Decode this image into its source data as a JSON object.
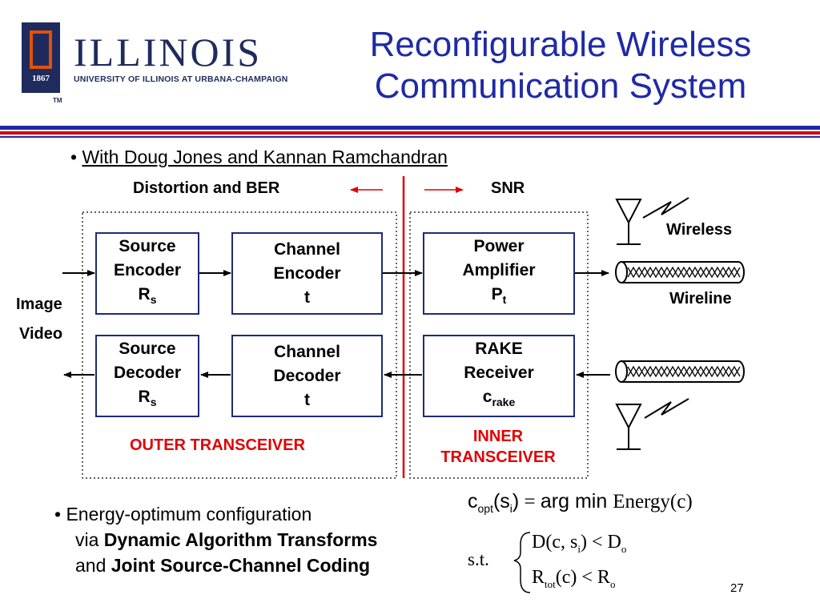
{
  "logo": {
    "year": "1867",
    "word": "ILLINOIS",
    "subtitle": "UNIVERSITY OF ILLINOIS AT URBANA-CHAMPAIGN",
    "tm": "TM"
  },
  "title": {
    "line1": "Reconfigurable Wireless",
    "line2": "Communication System"
  },
  "bullet_credit": {
    "prefix": "• ",
    "text": "With Doug Jones and Kannan Ramchandran"
  },
  "diagram": {
    "label_distortion": "Distortion and BER",
    "label_snr": "SNR",
    "source_encoder": {
      "line1": "Source",
      "line2": "Encoder",
      "sym": "R",
      "sub": "s"
    },
    "channel_encoder": {
      "line1": "Channel",
      "line2": "Encoder",
      "sym": "t"
    },
    "power_amplifier": {
      "line1": "Power",
      "line2": "Amplifier",
      "sym": "P",
      "sub": "t"
    },
    "source_decoder": {
      "line1": "Source",
      "line2": "Decoder",
      "sym": "R",
      "sub": "s"
    },
    "channel_decoder": {
      "line1": "Channel",
      "line2": "Decoder",
      "sym": "t"
    },
    "rake_receiver": {
      "line1": "RAKE",
      "line2": "Receiver",
      "sym": "c",
      "sub": "rake"
    },
    "outer_label": "OUTER TRANSCEIVER",
    "inner_label_1": "INNER",
    "inner_label_2": "TRANSCEIVER",
    "io_image": "Image",
    "io_video": "Video",
    "wireless": "Wireless",
    "wireline": "Wireline",
    "accent_blue": "#1f2a7a",
    "accent_red": "#e00000"
  },
  "bullet_energy": {
    "line1": "• Energy-optimum configuration",
    "line2_pre": "via ",
    "line2_bold": "Dynamic Algorithm Transforms",
    "line3_pre": "and ",
    "line3_bold": "Joint Source-Channel Coding"
  },
  "equation": {
    "lhs_c": "c",
    "lhs_sub": "opt",
    "lhs_arg_open": "(s",
    "lhs_arg_sub": "i",
    "lhs_arg_close": ")",
    "eq_sign": " = ",
    "argmin": "arg min",
    "objective": "Energy(c)",
    "st": "s.t.",
    "c1_pre": "D(c, s",
    "c1_sub": "i",
    "c1_post": ") < D",
    "c1_sub2": "o",
    "c2_pre": "R",
    "c2_sub": "tot",
    "c2_post": "(c) < R",
    "c2_sub2": "o"
  },
  "page_number": "27"
}
